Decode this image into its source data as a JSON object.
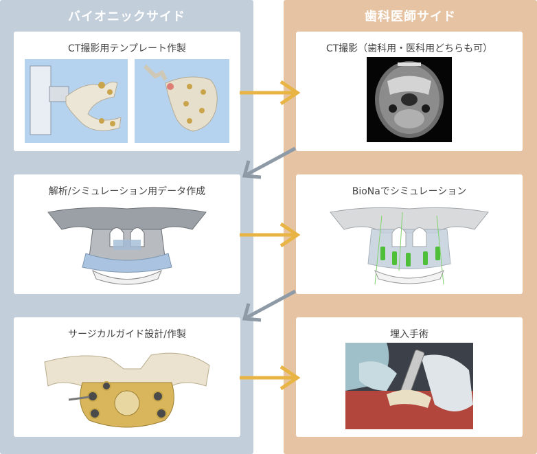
{
  "left_column": {
    "title": "バイオニックサイド",
    "cards": [
      {
        "label": "CT撮影用テンプレート作製"
      },
      {
        "label": "解析/シミュレーション用データ作成"
      },
      {
        "label": "サージカルガイド設計/作製"
      }
    ]
  },
  "right_column": {
    "title": "歯科医師サイド",
    "cards": [
      {
        "label": "CT撮影（歯科用・医科用どちらも可）"
      },
      {
        "label": "BioNaでシミュレーション"
      },
      {
        "label": "埋入手術"
      }
    ]
  },
  "colors": {
    "left_bg": "#c3cedb",
    "right_bg": "#e6c4a3",
    "forward_arrow": "#e8b545",
    "back_arrow": "#8e9aa6"
  }
}
